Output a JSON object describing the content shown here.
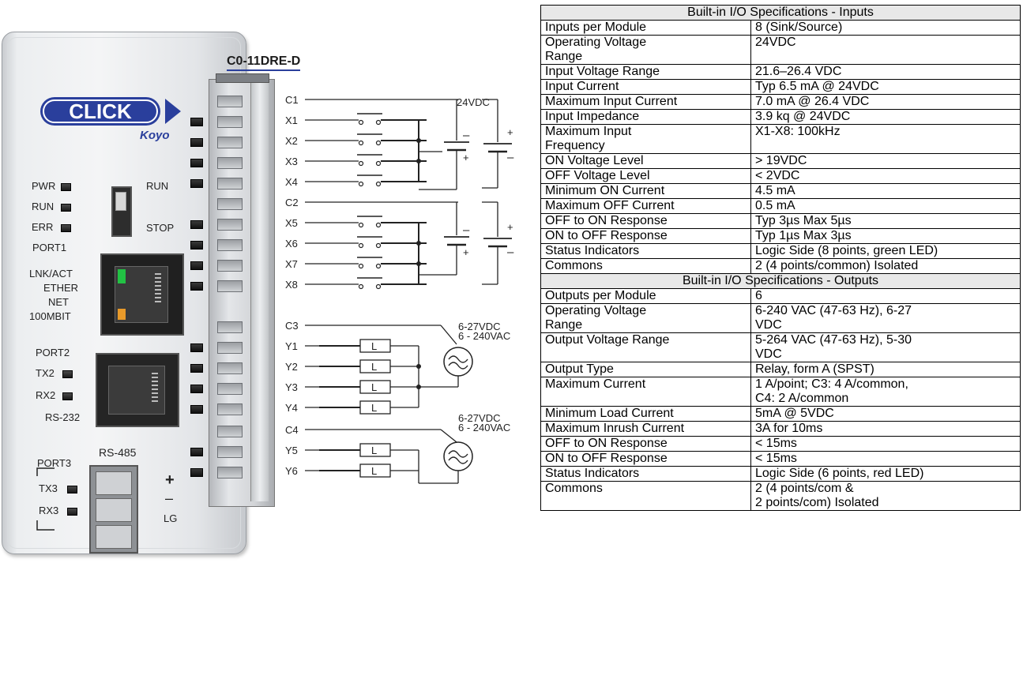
{
  "module": {
    "model": "C0-11DRE-D",
    "brand": "CLICK",
    "maker": "Koyo",
    "status_leds": [
      "PWR",
      "RUN",
      "ERR"
    ],
    "switch": {
      "run": "RUN",
      "stop": "STOP"
    },
    "port1": "PORT1",
    "eth_labels": [
      "LNK/ACT",
      "ETHER",
      "NET",
      "100MBIT"
    ],
    "port2": "PORT2",
    "port2_leds": [
      "TX2",
      "RX2"
    ],
    "rs232": "RS-232",
    "rs485": "RS-485",
    "port3": "PORT3",
    "port3_leds": [
      "TX3",
      "RX3"
    ],
    "plus": "+",
    "minus": "–",
    "lg": "LG"
  },
  "wiring": {
    "terminals": [
      "C1",
      "X1",
      "X2",
      "X3",
      "X4",
      "C2",
      "X5",
      "X6",
      "X7",
      "X8",
      "C3",
      "Y1",
      "Y2",
      "Y3",
      "Y4",
      "C4",
      "Y5",
      "Y6"
    ],
    "supply_input": "24VDC",
    "supply_output_1": [
      "6-27VDC",
      "6 - 240VAC"
    ],
    "supply_output_2": [
      "6-27VDC",
      "6 - 240VAC"
    ],
    "load": "L",
    "pos": "+",
    "neg": "–"
  },
  "spec_table": {
    "inputs_header": "Built-in I/O Specifications - Inputs",
    "inputs": [
      [
        "Inputs per Module",
        "8 (Sink/Source)"
      ],
      [
        "Operating Voltage\nRange",
        "24VDC"
      ],
      [
        "Input Voltage Range",
        "21.6–26.4 VDC"
      ],
      [
        "Input Current",
        "Typ 6.5 mA @ 24VDC"
      ],
      [
        "Maximum Input Current",
        "7.0 mA @ 26.4 VDC"
      ],
      [
        "Input Impedance",
        "3.9 kq @ 24VDC"
      ],
      [
        "Maximum Input\nFrequency",
        "X1-X8: 100kHz"
      ],
      [
        "ON Voltage Level",
        "> 19VDC"
      ],
      [
        "OFF Voltage Level",
        "< 2VDC"
      ],
      [
        "Minimum ON Current",
        "4.5 mA"
      ],
      [
        "Maximum OFF Current",
        "0.5 mA"
      ],
      [
        "OFF to ON Response",
        "Typ 3µs Max 5µs"
      ],
      [
        "ON to OFF Response",
        "Typ 1µs Max 3µs"
      ],
      [
        "Status Indicators",
        "Logic Side (8 points, green LED)"
      ],
      [
        "Commons",
        "2 (4 points/common) Isolated"
      ]
    ],
    "outputs_header": "Built-in I/O Specifications - Outputs",
    "outputs": [
      [
        "Outputs per Module",
        "6"
      ],
      [
        "Operating Voltage\nRange",
        "6-240 VAC (47-63 Hz), 6-27\nVDC"
      ],
      [
        "Output Voltage Range",
        "5-264 VAC (47-63 Hz), 5-30\nVDC"
      ],
      [
        "Output Type",
        "Relay, form A (SPST)"
      ],
      [
        "Maximum Current",
        "1 A/point; C3: 4 A/common,\nC4: 2 A/common"
      ],
      [
        "Minimum Load Current",
        "5mA @ 5VDC"
      ],
      [
        "Maximum Inrush Current",
        "3A for 10ms"
      ],
      [
        "OFF to ON Response",
        "< 15ms"
      ],
      [
        "ON to OFF Response",
        "< 15ms"
      ],
      [
        "Status Indicators",
        "Logic Side (6 points, red LED)"
      ],
      [
        "Commons",
        "2 (4 points/com &\n2 points/com) Isolated"
      ]
    ]
  }
}
